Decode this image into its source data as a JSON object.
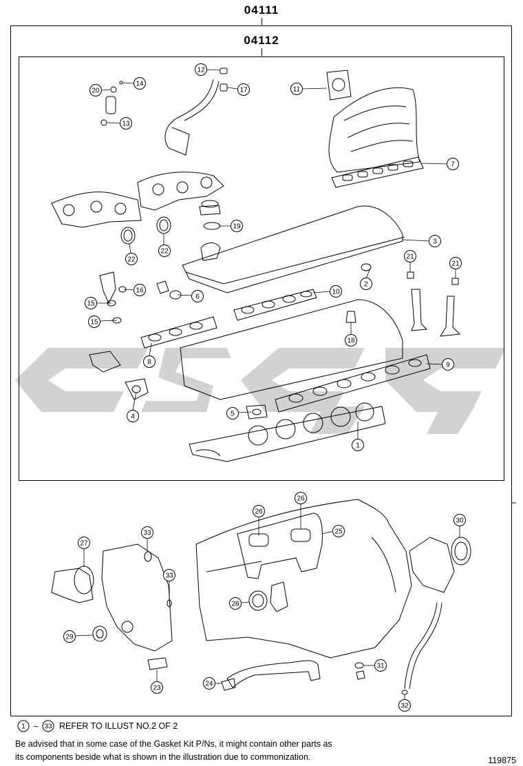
{
  "diagram": {
    "outer_code": "04111",
    "inner_code": "04112",
    "callouts": [
      "1",
      "2",
      "3",
      "4",
      "5",
      "6",
      "7",
      "8",
      "9",
      "10",
      "11",
      "12",
      "13",
      "14",
      "15",
      "15",
      "16",
      "17",
      "18",
      "19",
      "20",
      "21",
      "21",
      "22",
      "22",
      "23",
      "24",
      "25",
      "26",
      "26",
      "27",
      "28",
      "29",
      "30",
      "31",
      "32",
      "33",
      "33"
    ],
    "footer": {
      "range_start": "1",
      "range_end": "33",
      "range_sep": "~",
      "refer_text": "REFER TO ILLUST NO.2 OF 2",
      "note_line1": "Be advised that in some case of the Gasket Kit P/Ns,  it might contain other parts as",
      "note_line2": "its components beside what is shown in the illustration due to commonization.",
      "illustration_number": "119875"
    }
  }
}
